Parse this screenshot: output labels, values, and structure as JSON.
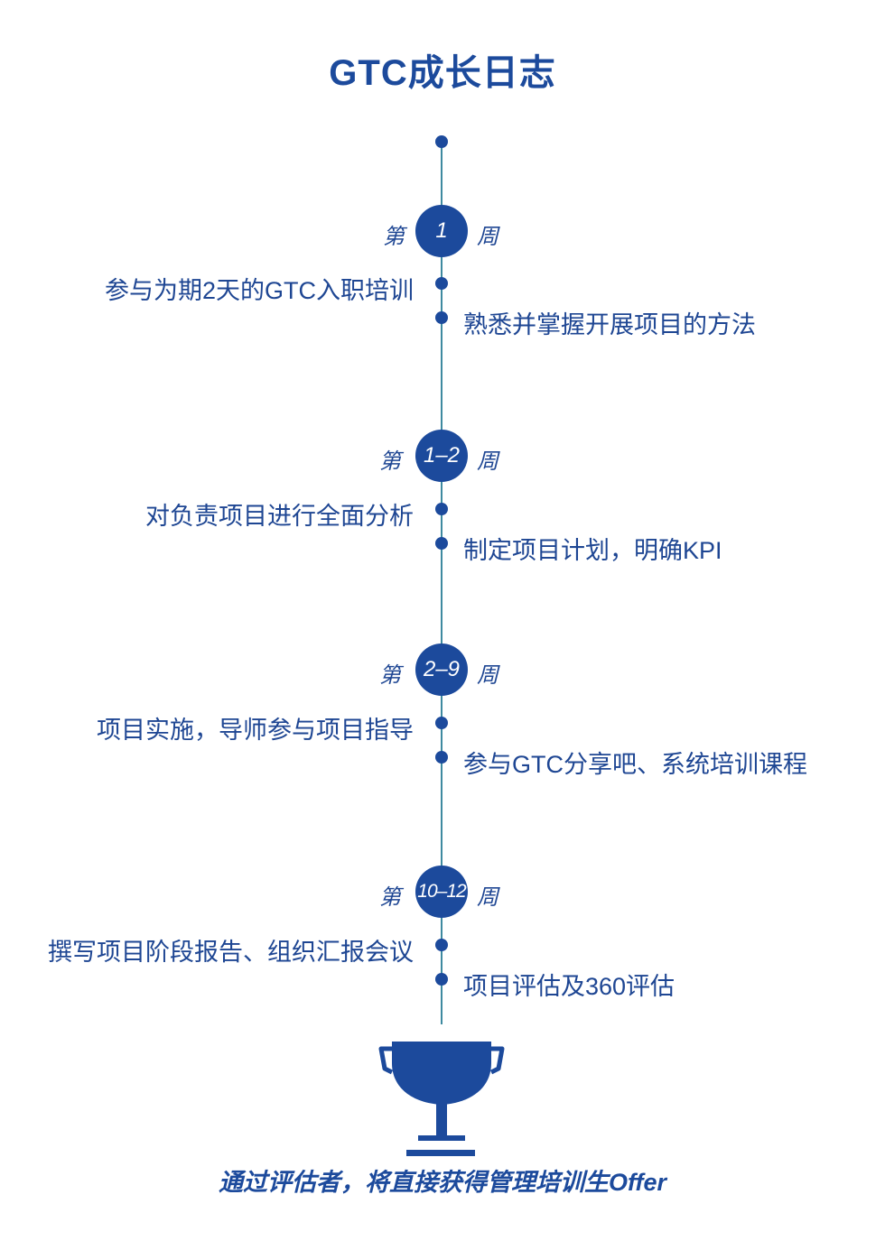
{
  "title": "GTC成长日志",
  "colors": {
    "primary": "#1c4a9c",
    "line": "#3e8aa0",
    "text": "#1e4693"
  },
  "stages": [
    {
      "prefix": "第",
      "week": "1",
      "suffix": "周",
      "left_item": "参与为期2天的GTC入职培训",
      "right_item": "熟悉并掌握开展项目的方法"
    },
    {
      "prefix": "第",
      "week": "1–2",
      "suffix": "周",
      "left_item": "对负责项目进行全面分析",
      "right_item": "制定项目计划，明确KPI"
    },
    {
      "prefix": "第",
      "week": "2–9",
      "suffix": "周",
      "left_item": "项目实施，导师参与项目指导",
      "right_item": "参与GTC分享吧、系统培训课程"
    },
    {
      "prefix": "第",
      "week": "10–12",
      "suffix": "周",
      "left_item": "撰写项目阶段报告、组织汇报会议",
      "right_item": "项目评估及360评估"
    }
  ],
  "trophy_icon": "trophy-icon",
  "footer": "通过评估者，将直接获得管理培训生Offer"
}
